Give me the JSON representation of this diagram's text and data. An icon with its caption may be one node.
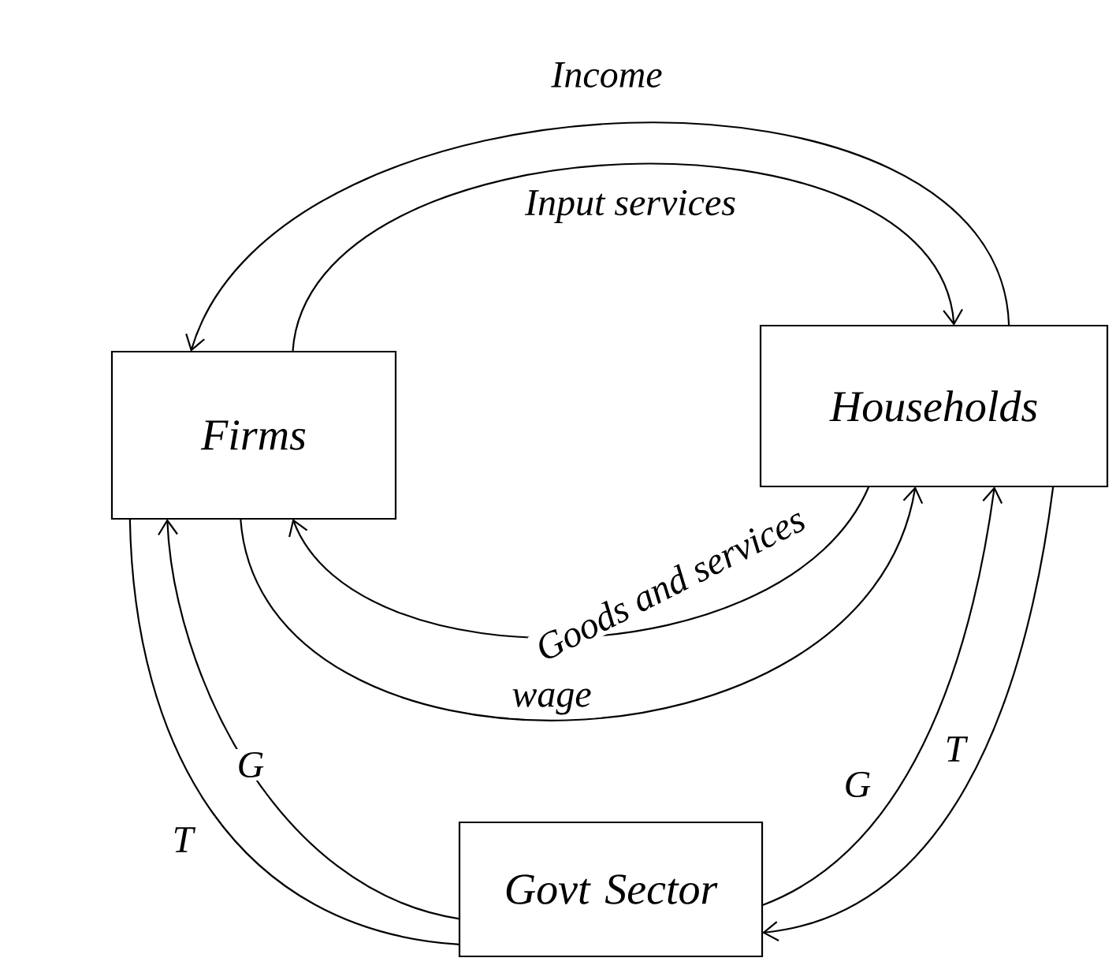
{
  "diagram": {
    "nodes": [
      {
        "text": [
          "Firms"
        ]
      },
      {
        "text": [
          "Households"
        ]
      },
      {
        "text": [
          "Govt Sector"
        ]
      }
    ],
    "edges": [
      {
        "from": 1,
        "to": 0,
        "arrow": "to",
        "label": "Income"
      },
      {
        "from": 0,
        "to": 1,
        "arrow": "to",
        "label": "Input services"
      },
      {
        "from": 1,
        "to": 0,
        "arrow": "to",
        "label": "Goods and services"
      },
      {
        "from": 0,
        "to": 1,
        "arrow": "to",
        "label": "wage"
      },
      {
        "from": 2,
        "to": 0,
        "arrow": "to",
        "label": "G"
      },
      {
        "from": 0,
        "to": 2,
        "arrow": "none",
        "label": "T"
      },
      {
        "from": 2,
        "to": 1,
        "arrow": "to",
        "label": "G"
      },
      {
        "from": 1,
        "to": 2,
        "arrow": "to",
        "label": "T"
      }
    ]
  }
}
